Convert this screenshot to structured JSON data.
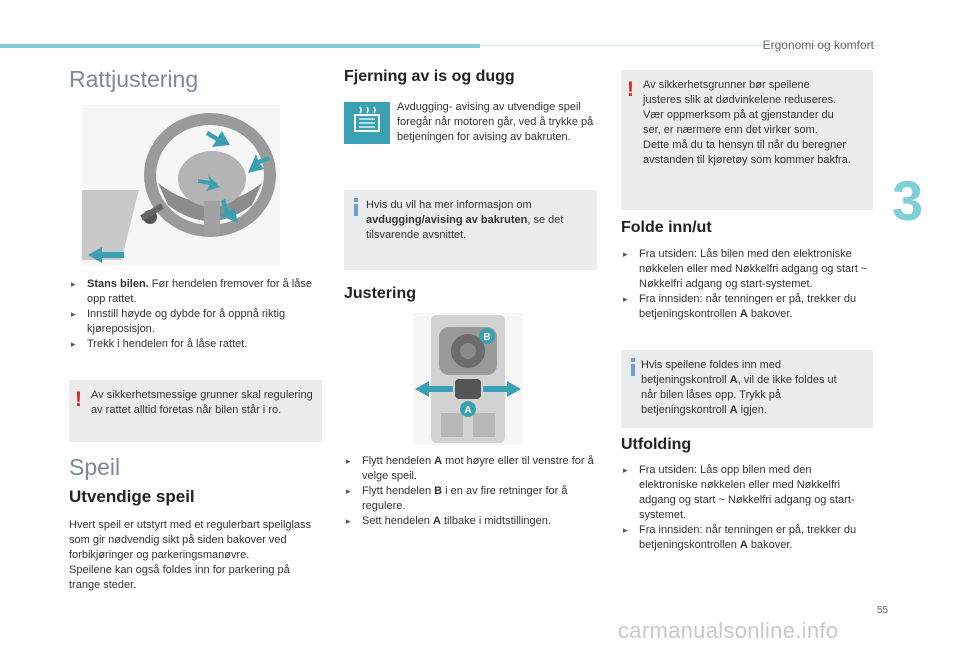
{
  "header": {
    "section": "Ergonomi og komfort",
    "chapter": "3",
    "page_number": "55"
  },
  "watermark": "carmanualsonline.info",
  "col1": {
    "title": "Rattjustering",
    "bullets": [
      {
        "bold": "Stans bilen.",
        "text": " Før hendelen fremover for å låse opp rattet."
      },
      {
        "bold": "",
        "text": "Innstill høyde og dybde for å oppnå riktig kjøreposisjon."
      },
      {
        "bold": "",
        "text": "Trekk i hendelen for å låse rattet."
      }
    ],
    "warning": "Av sikkerhetsmessige grunner skal regulering av rattet alltid foretas når bilen står i ro.",
    "title2": "Speil",
    "subtitle": "Utvendige speil",
    "para1": "Hvert speil er utstyrt med et regulerbart speilglass som gir nødvendig sikt på siden bakover ved forbikjøringer og parkeringsmanøvre.",
    "para2": "Speilene kan også foldes inn for parkering på trange steder."
  },
  "col2": {
    "heading1": "Fjerning av is og dugg",
    "defrost_text": "Avdugging- avising av utvendige speil foregår når motoren går, ved å trykke på betjeningen for avising av bakruten.",
    "info_pre": "Hvis du vil ha mer informasjon om ",
    "info_bold": "avdugging/avising av bakruten",
    "info_post": ", se det tilsvarende avsnittet.",
    "heading2": "Justering",
    "label_a": "A",
    "label_b": "B",
    "bullets": [
      {
        "pre": "Flytt hendelen ",
        "b": "A",
        "post": " mot høyre eller til venstre for å velge speil."
      },
      {
        "pre": "Flytt hendelen ",
        "b": "B",
        "post": " i en av fire retninger for å regulere."
      },
      {
        "pre": "Sett hendelen ",
        "b": "A",
        "post": " tilbake i midtstillingen."
      }
    ]
  },
  "col3": {
    "warning_lines": [
      "Av sikkerhetsgrunner bør speilene",
      "justeres slik at dødvinkelene reduseres.",
      "Vær oppmerksom på at gjenstander du",
      "ser, er nærmere enn det virker som.",
      "Dette må du ta hensyn til når du beregner",
      "avstanden til kjøretøy som kommer bakfra."
    ],
    "heading1": "Folde inn/ut",
    "fold_bullets": [
      {
        "pre": "Fra utsiden: Lås bilen med den elektroniske nøkkelen eller med Nøkkelfri adgang og start ~ Nøkkelfri adgang og start-systemet.",
        "b": "",
        "post": ""
      },
      {
        "pre": "Fra innsiden: når tenningen er på, trekker du betjeningskontrollen ",
        "b": "A",
        "post": " bakover."
      }
    ],
    "info_pre": "Hvis speilene foldes inn med betjeningskontroll ",
    "info_b1": "A",
    "info_mid": ", vil de ikke foldes ut når bilen låses opp. Trykk på betjeningskontroll ",
    "info_b2": "A",
    "info_post": " igjen.",
    "heading2": "Utfolding",
    "unfold_bullets": [
      {
        "pre": "Fra utsiden: Lås opp bilen med den elektroniske nøkkelen eller med Nøkkelfri adgang og start ~ Nøkkelfri adgang og start-systemet.",
        "b": "",
        "post": ""
      },
      {
        "pre": "Fra innsiden: når tenningen er på, trekker du betjeningskontrollen ",
        "b": "A",
        "post": " bakover."
      }
    ]
  }
}
